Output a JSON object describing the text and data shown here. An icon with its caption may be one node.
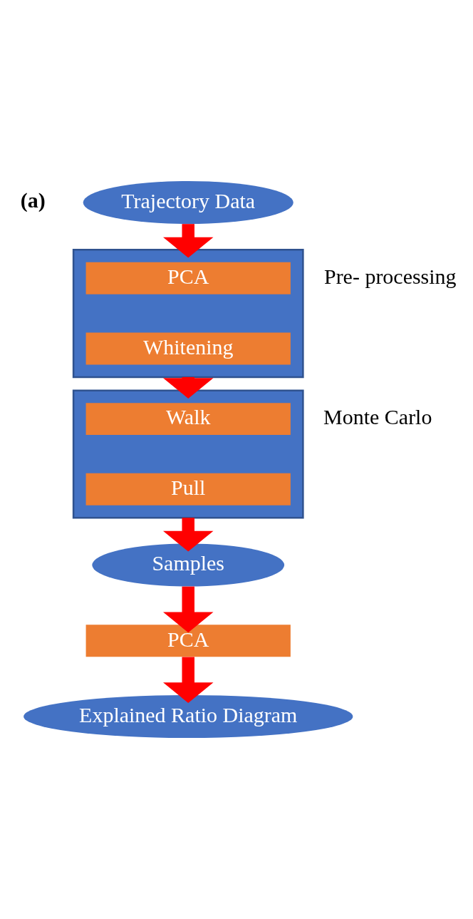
{
  "diagram": {
    "nodes": [
      {
        "text": [
          "Trajectory Data"
        ]
      },
      {
        "text": [],
        "shape": "box",
        "beside": [
          "Pre- processing"
        ]
      },
      {
        "text": [
          "PCA"
        ],
        "in": 1
      },
      {
        "text": [
          "Whitening"
        ],
        "in": 1
      },
      {
        "text": [],
        "shape": "box",
        "beside": [
          "Monte Carlo"
        ]
      },
      {
        "text": [
          "Walk"
        ],
        "in": 4
      },
      {
        "text": [
          "Pull"
        ],
        "in": 4
      },
      {
        "text": [
          "Samples"
        ]
      },
      {
        "text": [
          "PCA"
        ]
      },
      {
        "text": [
          "Explained Ratio Diagram"
        ]
      }
    ],
    "edges": [
      {
        "from": 0,
        "to": 1,
        "arrow": "to"
      },
      {
        "from": 1,
        "to": 4,
        "arrow": "to"
      },
      {
        "from": 4,
        "to": 7,
        "arrow": "to"
      },
      {
        "from": 7,
        "to": 8,
        "arrow": "to"
      },
      {
        "from": 8,
        "to": 9,
        "arrow": "to"
      }
    ],
    "labels": [
      "(a)"
    ]
  }
}
